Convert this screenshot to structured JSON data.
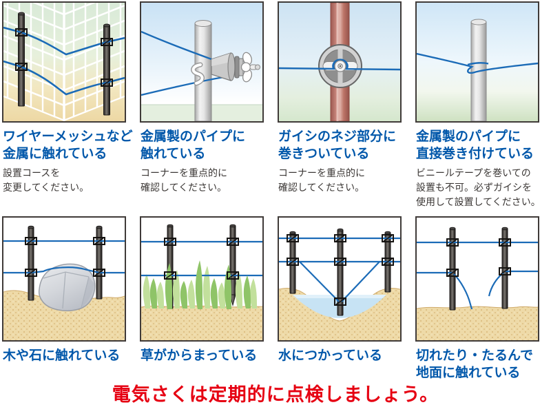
{
  "notice": {
    "text": "電気さくは定期的に点検しましょう。",
    "color": "#e60012"
  },
  "colors": {
    "heading_blue": "#0057aa",
    "body_gray": "#3b3735",
    "wire_blue": "#1b6bb7",
    "notice_red": "#e60012",
    "panel_border": "#3f3a38"
  },
  "panels": [
    {
      "illustration": "wire-mesh-contact",
      "title_lines": [
        "ワイヤーメッシュなど",
        "金属に触れている"
      ],
      "body_lines": [
        "設置コースを",
        "変更してください。"
      ]
    },
    {
      "illustration": "metal-pipe-contact",
      "title_lines": [
        "金属製のパイプに",
        "触れている"
      ],
      "body_lines": [
        "コーナーを重点的に",
        "確認してください。"
      ]
    },
    {
      "illustration": "insulator-screw-wrap",
      "title_lines": [
        "ガイシのネジ部分に",
        "巻きついている"
      ],
      "body_lines": [
        "コーナーを重点的に",
        "確認してください。"
      ]
    },
    {
      "illustration": "metal-pipe-direct-wrap",
      "title_lines": [
        "金属製のパイプに",
        "直接巻き付けている"
      ],
      "body_lines": [
        "ビニールテープを巻いての",
        "設置も不可。必ずガイシを",
        "使用して設置してください。"
      ]
    },
    {
      "illustration": "tree-or-stone-contact",
      "title_lines": [
        "木や石に触れている"
      ]
    },
    {
      "illustration": "grass-entangled",
      "title_lines": [
        "草がからまっている"
      ]
    },
    {
      "illustration": "submerged-in-water",
      "title_lines": [
        "水につかっている"
      ]
    },
    {
      "illustration": "broken-or-sagging-wire",
      "title_lines": [
        "切れたり・たるんで",
        "地面に触れている"
      ]
    }
  ]
}
